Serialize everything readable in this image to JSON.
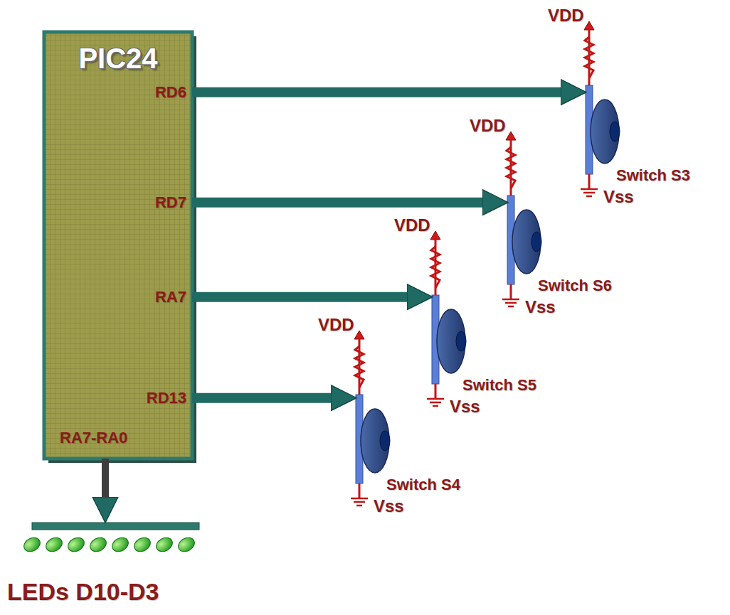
{
  "diagram": {
    "nodes": [
      {
        "text": [
          "PIC24",
          "RD6",
          "RD7",
          "RA7",
          "RD13",
          "RA7-RA0"
        ]
      },
      {
        "text": [
          "Switch S3"
        ]
      },
      {
        "text": [
          "Switch S6"
        ]
      },
      {
        "text": [
          "Switch S5"
        ]
      },
      {
        "text": [
          "Switch S4"
        ]
      },
      {
        "text": [
          "LEDs D10-D3"
        ]
      }
    ],
    "edges": [
      {
        "from": 0,
        "to": 1,
        "arrow": "to"
      },
      {
        "from": 0,
        "to": 2,
        "arrow": "to"
      },
      {
        "from": 0,
        "to": 3,
        "arrow": "to"
      },
      {
        "from": 0,
        "to": 4,
        "arrow": "to"
      },
      {
        "from": 0,
        "to": 5,
        "arrow": "to"
      }
    ],
    "labels": [
      "VDD",
      "VDD",
      "VDD",
      "VDD",
      "Vss",
      "Vss",
      "Vss",
      "Vss"
    ]
  }
}
